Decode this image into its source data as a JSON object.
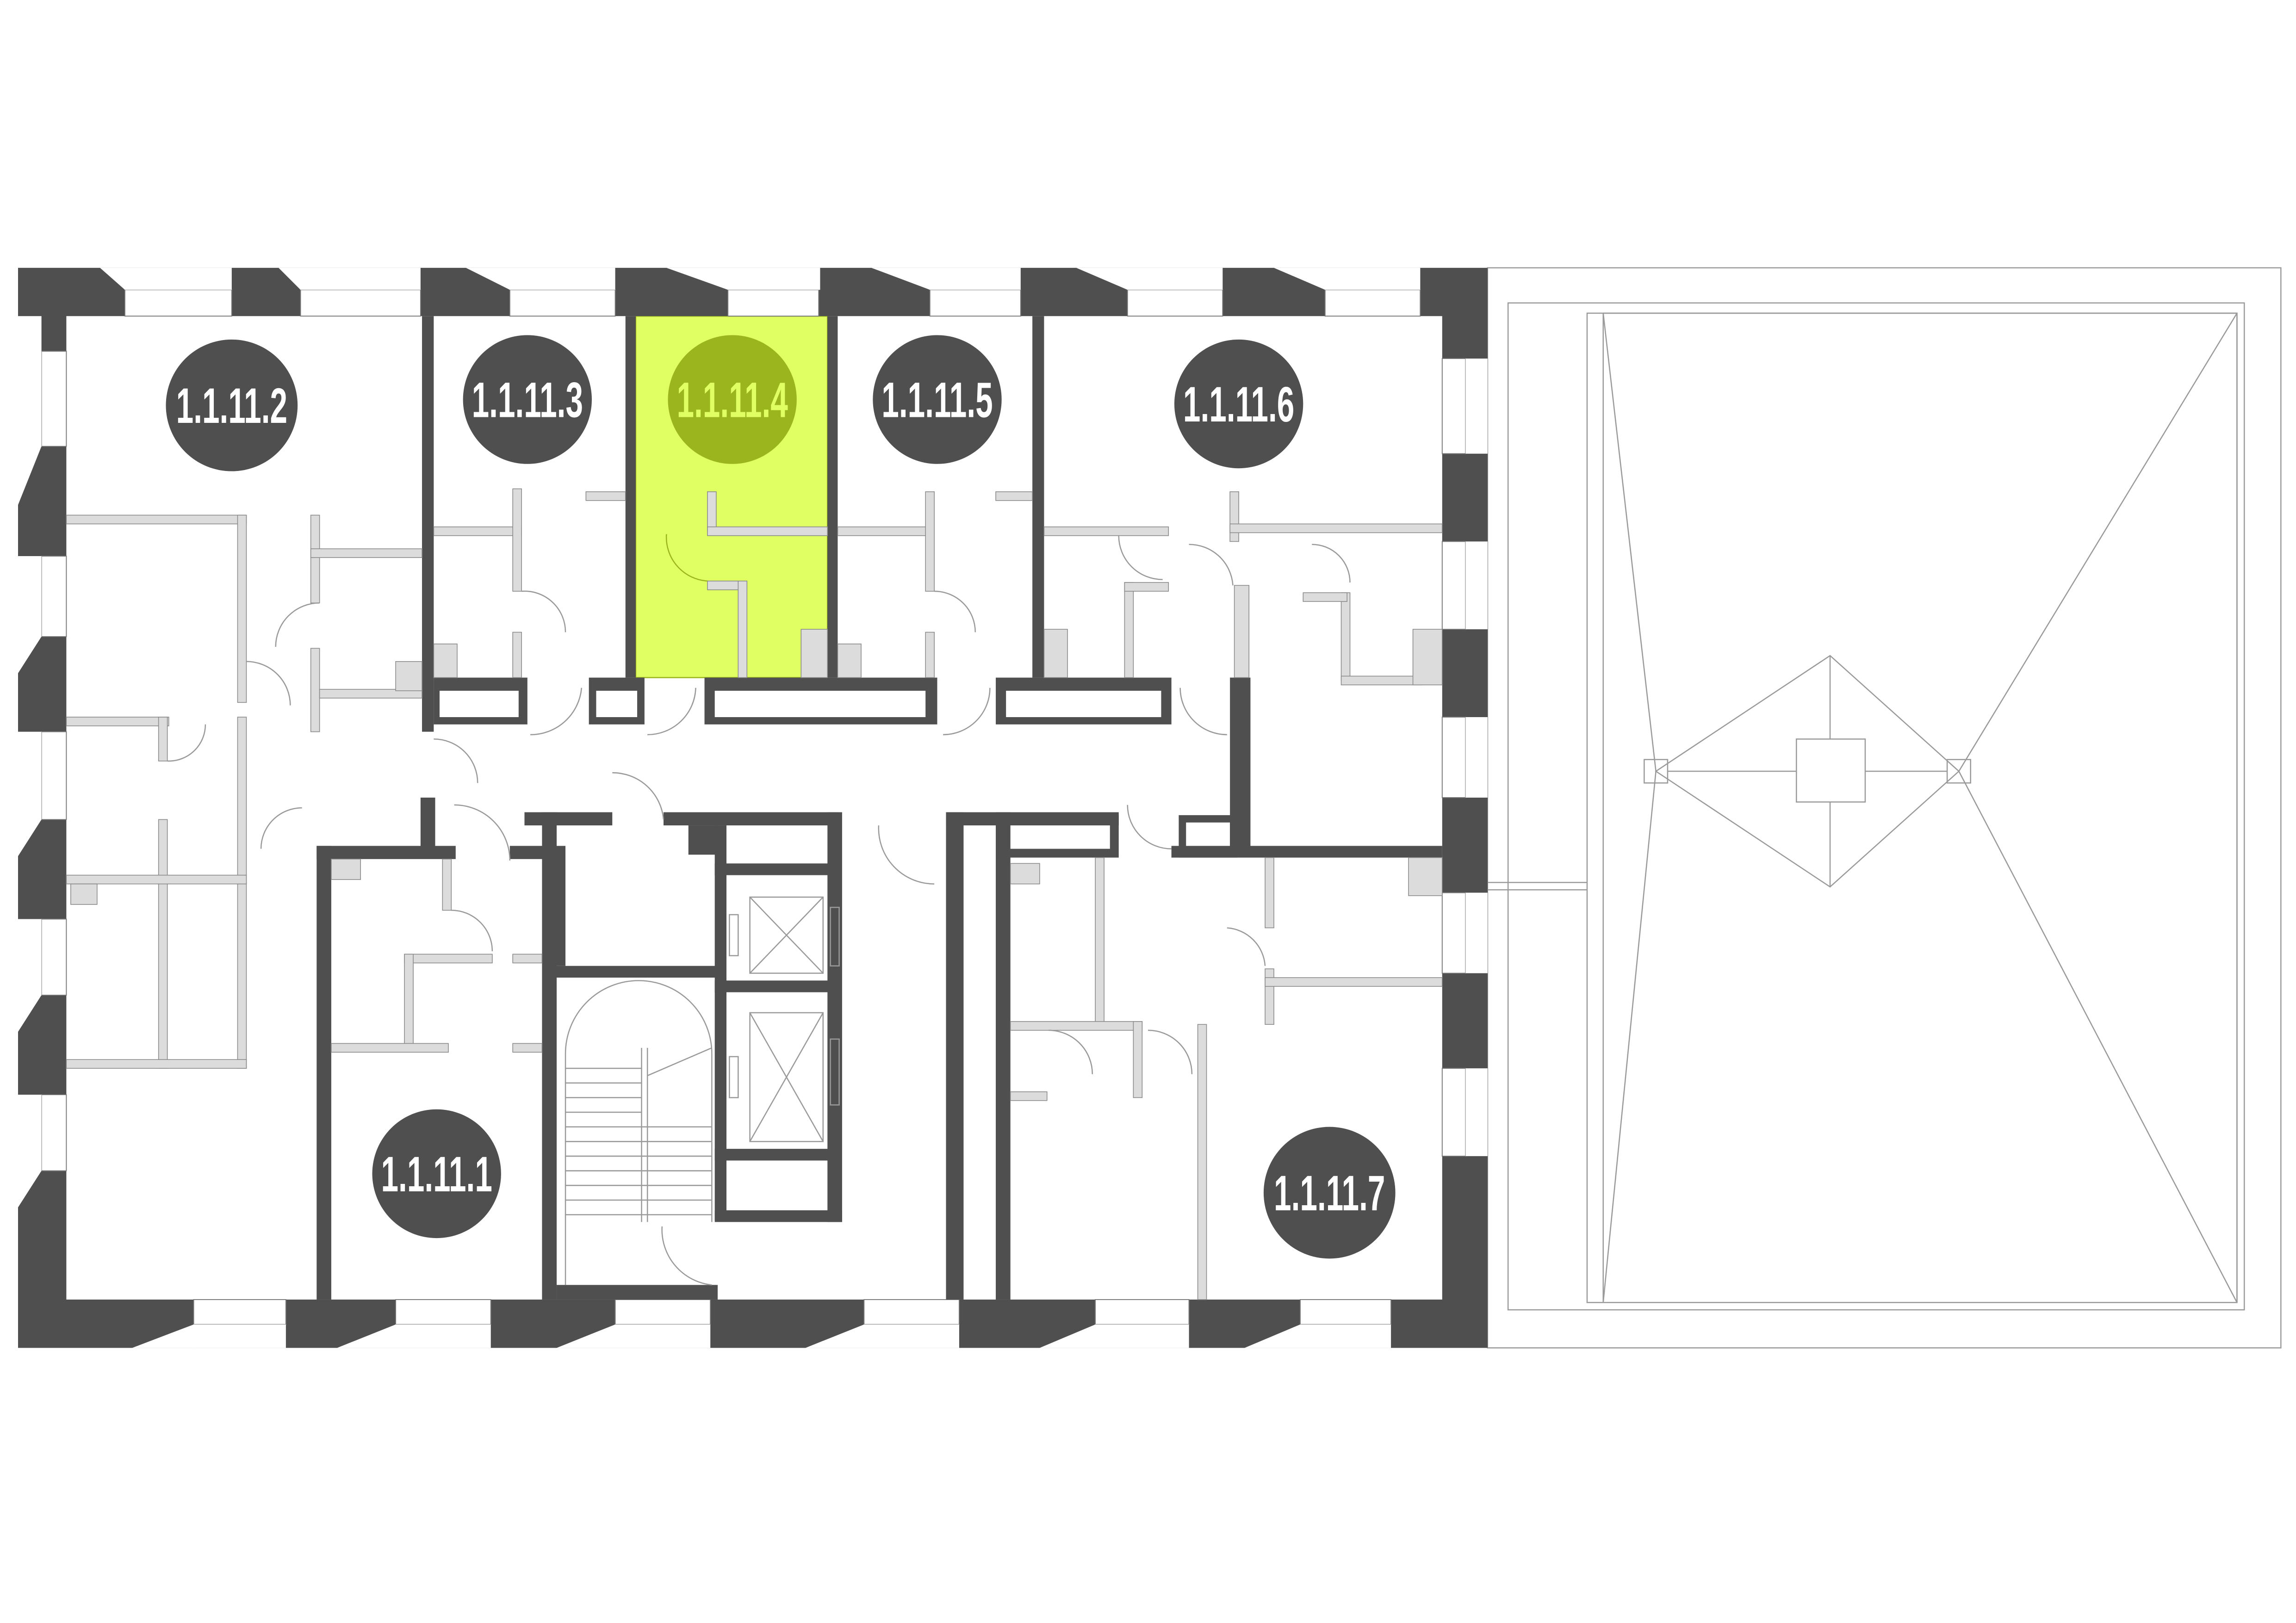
{
  "colors": {
    "wall": "#4f4f4f",
    "highlight_fill": "#e0ff63",
    "highlight_badge": "#9bb51f",
    "badge": "#4f4f4f",
    "badge_text": "#ffffff"
  },
  "units": [
    {
      "id": "1.1.11.1",
      "selected": false
    },
    {
      "id": "1.1.11.2",
      "selected": false
    },
    {
      "id": "1.1.11.3",
      "selected": false
    },
    {
      "id": "1.1.11.4",
      "selected": true
    },
    {
      "id": "1.1.11.5",
      "selected": false
    },
    {
      "id": "1.1.11.6",
      "selected": false
    },
    {
      "id": "1.1.11.7",
      "selected": false
    }
  ]
}
